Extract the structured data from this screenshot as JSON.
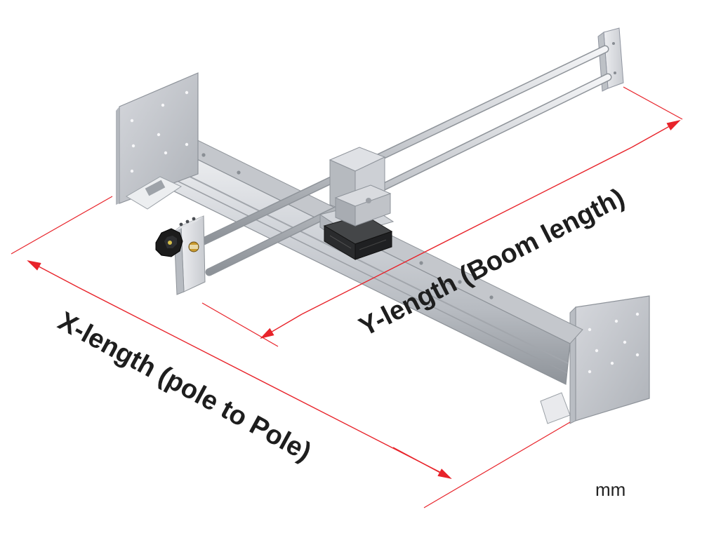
{
  "labels": {
    "x_length": "X-length (pole to Pole)",
    "y_length": "Y-length (Boom length)",
    "unit": "mm"
  },
  "colors": {
    "dimension_arrow": "#e8232a",
    "metal_light": "#e4e6ea",
    "metal_mid": "#c3c6cc",
    "metal_dark": "#8f949b",
    "motor": "#2b2b2b",
    "knob": "#1c1c1c",
    "knob_accent": "#c99a2e"
  },
  "icons": {
    "x_arrow": "double-headed-arrow",
    "y_arrow": "double-headed-arrow"
  }
}
